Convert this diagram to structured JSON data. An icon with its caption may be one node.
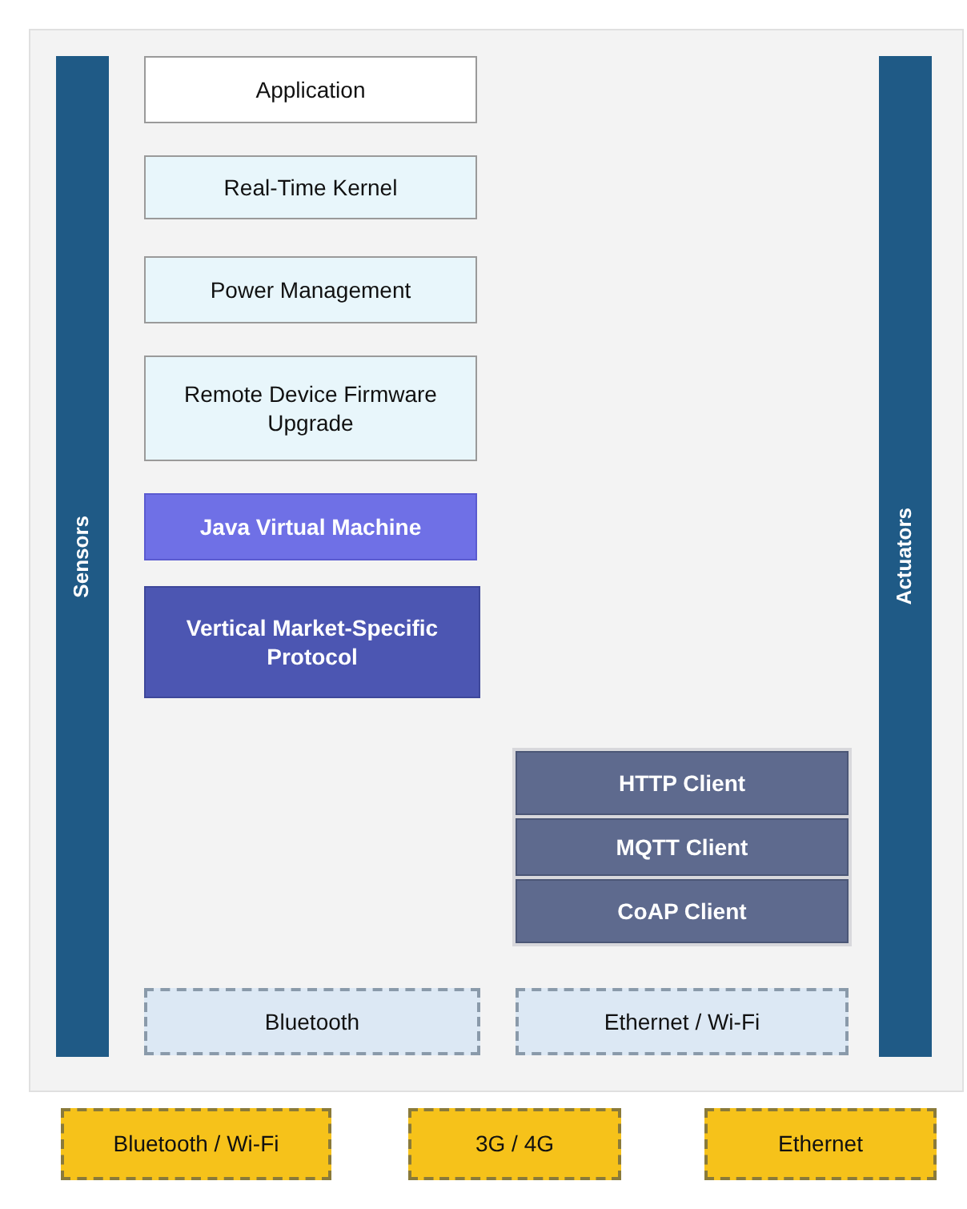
{
  "diagram": {
    "nodes": [
      {
        "text": [
          "Sensors"
        ]
      },
      {
        "text": [
          "Application"
        ]
      },
      {
        "text": [
          "Real-Time Kernel"
        ]
      },
      {
        "text": [
          "Power Management"
        ]
      },
      {
        "text": [
          "Remote Device Firmware Upgrade"
        ]
      },
      {
        "text": [
          "Java Virtual Machine"
        ]
      },
      {
        "text": [
          "Vertical Market-Specific Protocol"
        ]
      },
      {
        "text": [
          "HTTP Client"
        ]
      },
      {
        "text": [
          "MQTT Client"
        ]
      },
      {
        "text": [
          "CoAP Client"
        ]
      },
      {
        "text": [
          "Bluetooth"
        ]
      },
      {
        "text": [
          "Ethernet / Wi-Fi"
        ]
      },
      {
        "text": [
          "Actuators"
        ]
      },
      {
        "text": [
          "Bluetooth / Wi-Fi"
        ]
      },
      {
        "text": [
          "3G / 4G"
        ]
      },
      {
        "text": [
          "Ethernet"
        ]
      }
    ]
  }
}
